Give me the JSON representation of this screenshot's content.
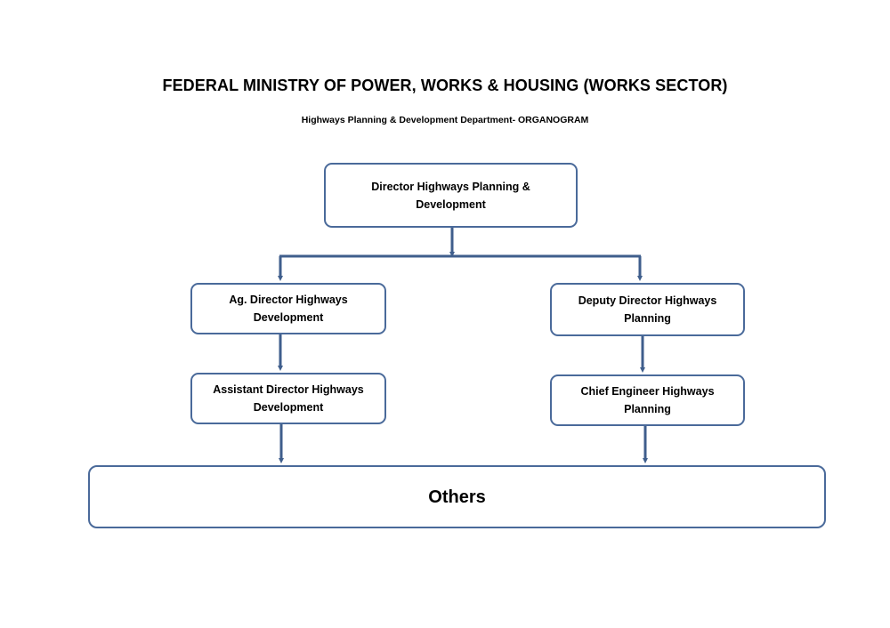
{
  "header": {
    "title": "FEDERAL MINISTRY OF POWER, WORKS & HOUSING (WORKS SECTOR)",
    "subtitle": "Highways Planning & Development Department- ORGANOGRAM"
  },
  "nodes": {
    "director": "Director Highways Planning & Development",
    "ag_director": "Ag. Director Highways Development",
    "deputy_director": "Deputy Director Highways Planning",
    "assistant_director": "Assistant Director Highways Development",
    "chief_engineer": "Chief Engineer Highways Planning",
    "others": "Others"
  },
  "colors": {
    "connector": "#3f5e8c",
    "box_border": "#4a6a9a"
  }
}
